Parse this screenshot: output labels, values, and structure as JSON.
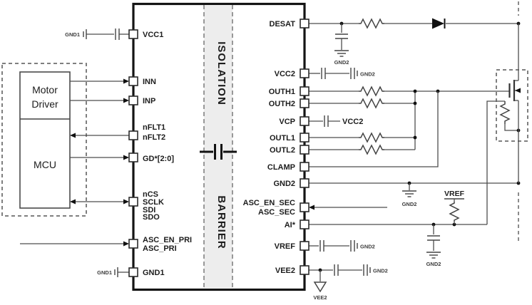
{
  "diagram_type": "circuit-schematic",
  "ic": {
    "isolation_top": "ISOLATION",
    "isolation_bottom": "BARRIER"
  },
  "blocks": {
    "motor_driver_line1": "Motor",
    "motor_driver_line2": "Driver",
    "mcu": "MCU"
  },
  "pins": {
    "left": [
      "VCC1",
      "INN",
      "INP",
      "nFLT1",
      "nFLT2",
      "GD*[2:0]",
      "nCS",
      "SCLK",
      "SDI",
      "SDO",
      "ASC_EN_PRI",
      "ASC_PRI",
      "GND1"
    ],
    "right": [
      "DESAT",
      "VCC2",
      "OUTH1",
      "OUTH2",
      "VCP",
      "OUTL1",
      "OUTL2",
      "CLAMP",
      "GND2",
      "ASC_EN_SEC",
      "ASC_SEC",
      "AI*",
      "VREF",
      "VEE2"
    ]
  },
  "net_labels": {
    "gnd1_vcc1": "GND1",
    "gnd1_pin": "GND1",
    "gnd2_desat": "GND2",
    "gnd2_vcc2": "GND2",
    "vcc2_vcp": "VCC2",
    "gnd2_pin": "GND2",
    "vref_pullup": "VREF",
    "gnd2_ai": "GND2",
    "gnd2_vref": "GND2",
    "gnd2_vee2": "GND2",
    "vee2_rail": "VEE2"
  },
  "colors": {
    "wire": "#4d4d4d",
    "ic_border": "#141414",
    "barrier_fill": "#ededed",
    "text": "#1c1c1c"
  }
}
